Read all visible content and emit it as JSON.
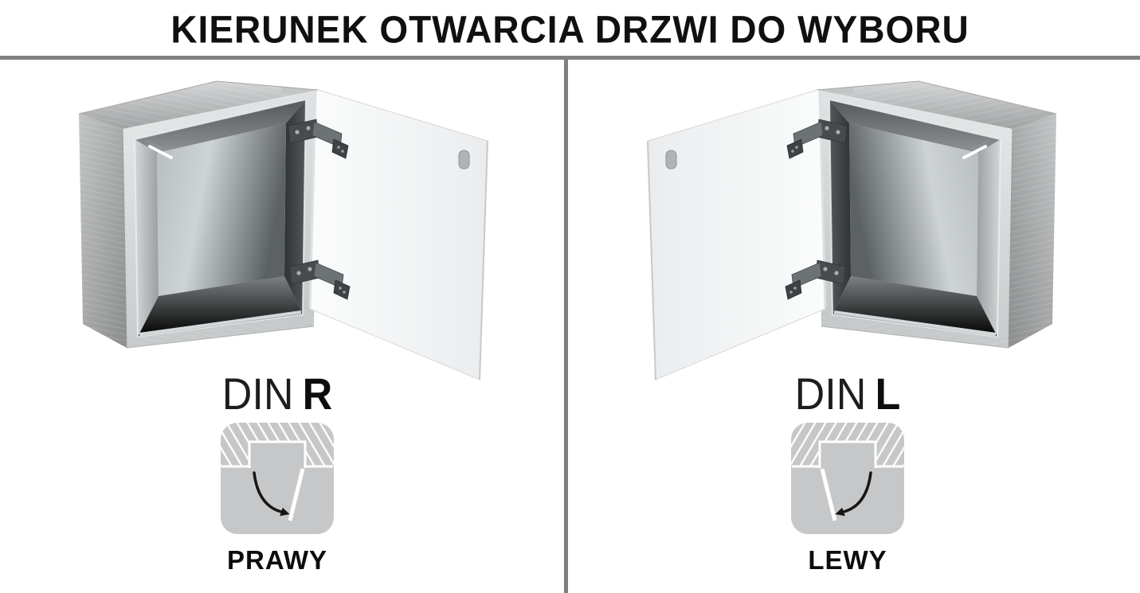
{
  "title": "KIERUNEK OTWARCIA DRZWI DO WYBORU",
  "colors": {
    "divider": "#7f7f7f",
    "title_text": "#101010",
    "icon_background": "#c6c7c9",
    "icon_hatch_lines": "#ffffff",
    "icon_arrow": "#161616",
    "cabinet_body": "#aeb2b4",
    "door": "#f4f5f6"
  },
  "panels": {
    "left": {
      "din_prefix": "DIN",
      "din_letter": "R",
      "direction_label": "PRAWY",
      "hinge_side": "right",
      "illustration": "cabinet-open-door-hinged-right"
    },
    "right": {
      "din_prefix": "DIN",
      "din_letter": "L",
      "direction_label": "LEWY",
      "hinge_side": "left",
      "illustration": "cabinet-open-door-hinged-left"
    }
  }
}
